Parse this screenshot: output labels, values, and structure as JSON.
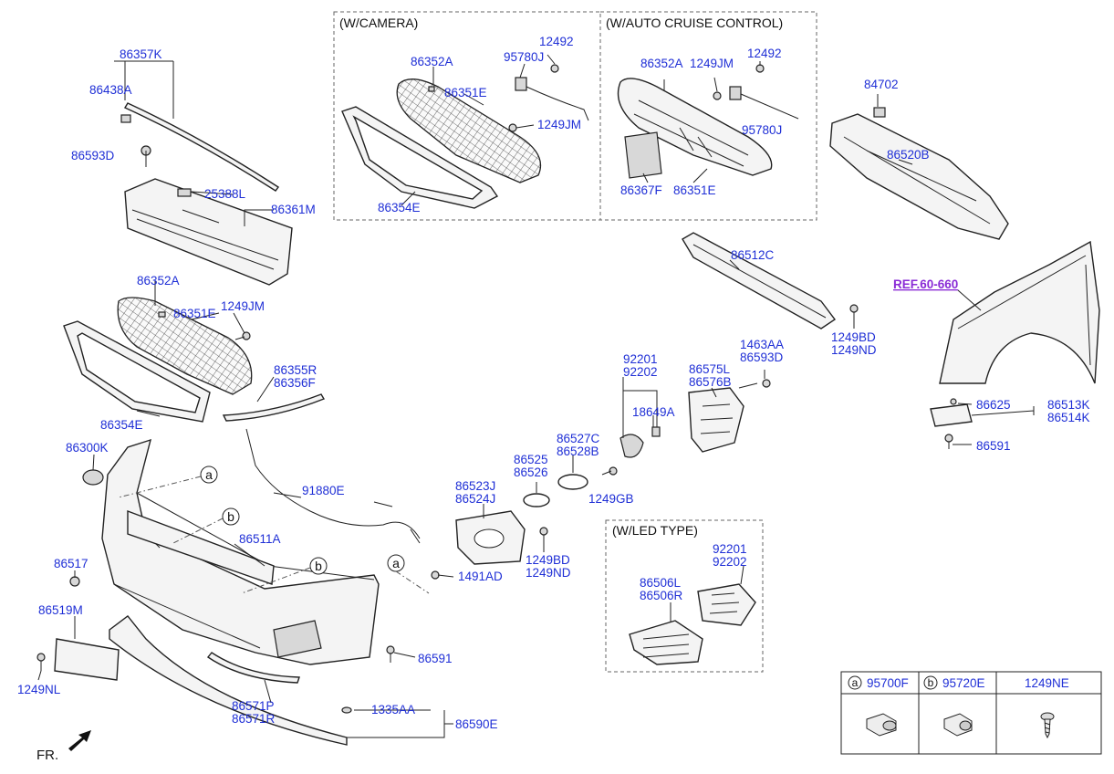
{
  "boxes": {
    "camera": "(W/CAMERA)",
    "cruise": "(W/AUTO CRUISE CONTROL)",
    "led": "(W/LED TYPE)"
  },
  "ref_label": "REF.60-660",
  "fr_label": "FR.",
  "parts": {
    "p86357K": "86357K",
    "p86438A": "86438A",
    "p86593D": "86593D",
    "p25388L": "25388L",
    "p86361M": "86361M",
    "p86352A": "86352A",
    "p86351E": "86351E",
    "p1249JM": "1249JM",
    "p86355R": "86355R",
    "p86356F": "86356F",
    "p86354E": "86354E",
    "p86300K": "86300K",
    "p91880E": "91880E",
    "p86511A": "86511A",
    "p86517": "86517",
    "p86519M": "86519M",
    "p1249NL": "1249NL",
    "p1491AD": "1491AD",
    "p86591": "86591",
    "p86571P": "86571P",
    "p86571R": "86571R",
    "p1335AA": "1335AA",
    "p86590E": "86590E",
    "c86352A": "86352A",
    "c95780J": "95780J",
    "c12492": "12492",
    "c86351E": "86351E",
    "c1249JM": "1249JM",
    "c86354E": "86354E",
    "a86352A": "86352A",
    "a1249JM": "1249JM",
    "a12492": "12492",
    "a95780J": "95780J",
    "a86367F": "86367F",
    "a86351E": "86351E",
    "p84702": "84702",
    "p86520B": "86520B",
    "p86512C": "86512C",
    "p1249BD": "1249BD",
    "p1249ND": "1249ND",
    "p1463AA": "1463AA",
    "p86593D_2": "86593D",
    "p92201": "92201",
    "p92202": "92202",
    "p86575L": "86575L",
    "p86576B": "86576B",
    "p18649A": "18649A",
    "p86527C": "86527C",
    "p86528B": "86528B",
    "p86525": "86525",
    "p86526": "86526",
    "p86523J": "86523J",
    "p86524J": "86524J",
    "p1249GB": "1249GB",
    "p1249BD_2": "1249BD",
    "p1249ND_2": "1249ND",
    "l92201": "92201",
    "l92202": "92202",
    "l86506L": "86506L",
    "l86506R": "86506R",
    "p86625": "86625",
    "p86513K": "86513K",
    "p86514K": "86514K",
    "p86591_2": "86591"
  },
  "callouts": {
    "a": "a",
    "b": "b"
  },
  "table": {
    "headers": [
      {
        "letter": "a",
        "part": "95700F"
      },
      {
        "letter": "b",
        "part": "95720E"
      },
      {
        "letter": "",
        "part": "1249NE"
      }
    ]
  }
}
